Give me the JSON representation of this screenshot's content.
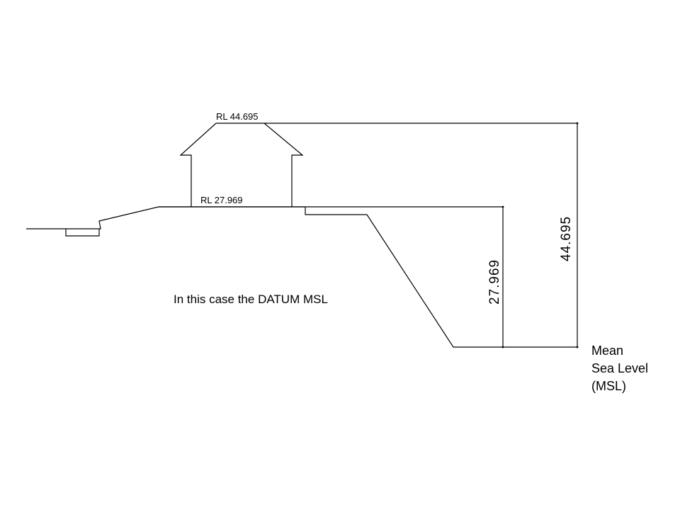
{
  "labels": {
    "rl_top": "RL 44.695",
    "rl_ground": "RL 27.969",
    "caption": "In this case the DATUM MSL",
    "dim_ground": "27.969",
    "dim_top": "44.695",
    "msl_line1": "Mean",
    "msl_line2": "Sea Level",
    "msl_line3": "(MSL)"
  },
  "colors": {
    "ink": "#000000",
    "background": "#ffffff"
  }
}
